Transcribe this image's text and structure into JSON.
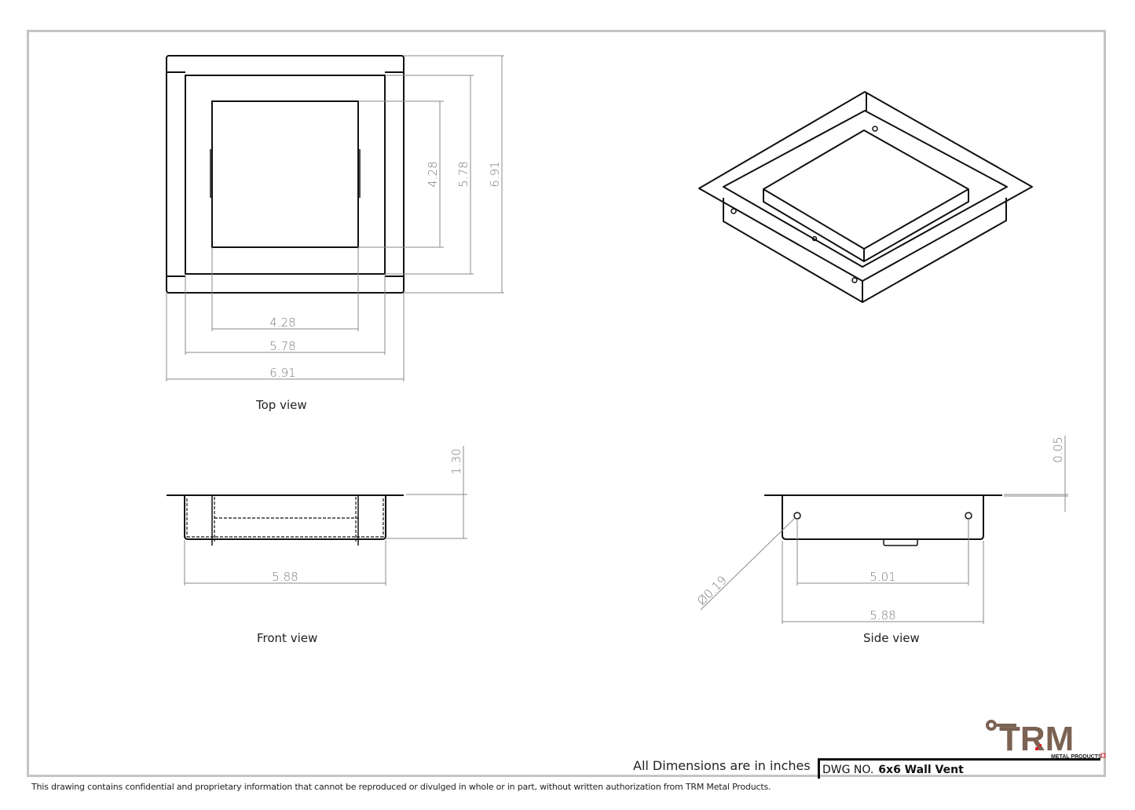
{
  "drawing": {
    "title_block": {
      "units_note": "All Dimensions are in inches",
      "dwg_label": "DWG NO.",
      "dwg_number": "6x6 Wall Vent"
    },
    "footer_notice": "This drawing contains confidential and proprietary information that cannot be reproduced or divulged in whole or in part, without written authorization from TRM Metal Products.",
    "logo": {
      "main_text": "TRM",
      "sub_text": "METAL PRODUCTS",
      "brand_color": "#7b6253",
      "accent_color": "#e0202a"
    },
    "views": {
      "top": {
        "label": "Top view",
        "dims": {
          "inner_h": "4.28",
          "mid_h": "5.78",
          "outer_h": "6.91",
          "inner_w": "4.28",
          "mid_w": "5.78",
          "outer_w": "6.91"
        }
      },
      "front": {
        "label": "Front view",
        "dims": {
          "height": "1.30",
          "width": "5.88"
        }
      },
      "side": {
        "label": "Side view",
        "dims": {
          "flange": "0.05",
          "hole_dia": "Ø0.19",
          "hole_spacing": "5.01",
          "width": "5.88"
        }
      },
      "isometric": {
        "label": ""
      }
    },
    "colors": {
      "line": "#111111",
      "dimension": "#7a7a7a",
      "border": "#c4c4c4"
    }
  }
}
